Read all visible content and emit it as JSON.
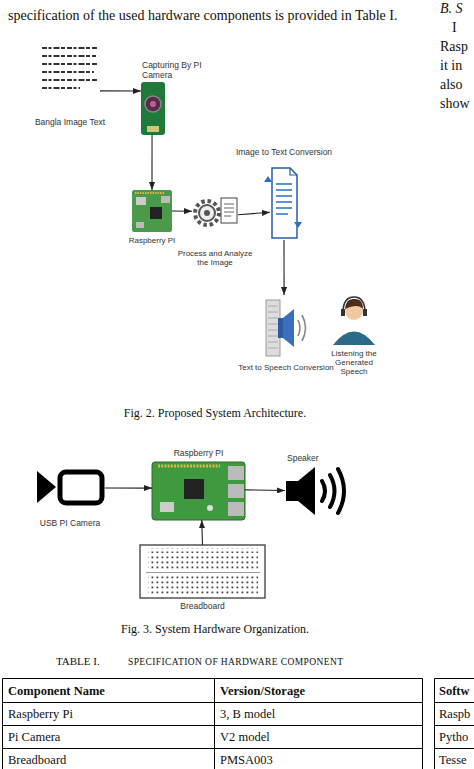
{
  "diagram": {
    "nodes": [
      {
        "text": [
          "Bangla Image Text"
        ]
      },
      {
        "text": [
          "Capturing By PI Camera"
        ]
      },
      {
        "text": [
          "Raspberry PI"
        ]
      },
      {
        "text": [
          "Process and Analyze the Image"
        ]
      },
      {
        "text": [
          "Image to Text Conversion"
        ]
      },
      {
        "text": [
          "Text to Speech Conversion"
        ]
      },
      {
        "text": [
          "Listening the Generated Speech"
        ]
      },
      {
        "text": [
          "USB PI Camera"
        ]
      },
      {
        "text": [
          "Raspberry PI"
        ]
      },
      {
        "text": [
          "Speaker"
        ]
      },
      {
        "text": [
          "Breadboard"
        ]
      }
    ],
    "edges": [
      {
        "from": 0,
        "to": 1,
        "arrow": "to"
      },
      {
        "from": 1,
        "to": 2,
        "arrow": "to"
      },
      {
        "from": 2,
        "to": 3,
        "arrow": "to"
      },
      {
        "from": 3,
        "to": 4,
        "arrow": "to"
      },
      {
        "from": 4,
        "to": 5,
        "arrow": "to"
      },
      {
        "from": 7,
        "to": 8,
        "arrow": "to"
      },
      {
        "from": 8,
        "to": 9,
        "arrow": "to"
      },
      {
        "from": 10,
        "to": 8,
        "arrow": "to"
      }
    ],
    "labels": [
      "specification of the used hardware components is provided in Table I.",
      "B. S",
      "I",
      "Rasp",
      "it in",
      "also",
      "show",
      "Fig. 2. Proposed System Architecture.",
      "Fig. 3. System Hardware Organization.",
      "TABLE I.",
      "SPECIFICATION OF HARDWARE COMPONENT",
      "Component Name",
      "Version/Storage",
      "Raspberry Pi",
      "3, B model",
      "Pi Camera",
      "V2 model",
      "Breadboard",
      "PMSA003",
      "Softw",
      "Raspb",
      "Pytho",
      "Tesse"
    ]
  }
}
